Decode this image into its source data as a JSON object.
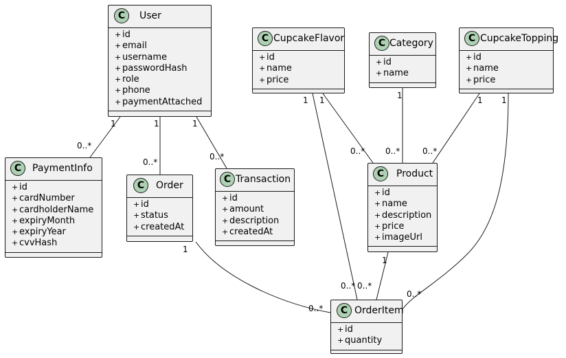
{
  "class_badge": "C",
  "visibility_marker": "+",
  "classes": [
    {
      "name": "User",
      "attributes": [
        "id",
        "email",
        "username",
        "passwordHash",
        "role",
        "phone",
        "paymentAttached"
      ]
    },
    {
      "name": "CupcakeFlavor",
      "attributes": [
        "id",
        "name",
        "price"
      ]
    },
    {
      "name": "Category",
      "attributes": [
        "id",
        "name"
      ]
    },
    {
      "name": "CupcakeTopping",
      "attributes": [
        "id",
        "name",
        "price"
      ]
    },
    {
      "name": "PaymentInfo",
      "attributes": [
        "id",
        "cardNumber",
        "cardholderName",
        "expiryMonth",
        "expiryYear",
        "cvvHash"
      ]
    },
    {
      "name": "Order",
      "attributes": [
        "id",
        "status",
        "createdAt"
      ]
    },
    {
      "name": "Transaction",
      "attributes": [
        "id",
        "amount",
        "description",
        "createdAt"
      ]
    },
    {
      "name": "Product",
      "attributes": [
        "id",
        "name",
        "description",
        "price",
        "imageUrl"
      ]
    },
    {
      "name": "OrderItem",
      "attributes": [
        "id",
        "quantity"
      ]
    }
  ],
  "associations": [
    {
      "from": "User",
      "to": "PaymentInfo",
      "from_mult": "1",
      "to_mult": "0..*"
    },
    {
      "from": "User",
      "to": "Order",
      "from_mult": "1",
      "to_mult": "0..*"
    },
    {
      "from": "User",
      "to": "Transaction",
      "from_mult": "1",
      "to_mult": "0..*"
    },
    {
      "from": "CupcakeFlavor",
      "to": "OrderItem",
      "from_mult": "1",
      "to_mult": "0..*"
    },
    {
      "from": "CupcakeFlavor",
      "to": "Product",
      "from_mult": "1",
      "to_mult": "0..*"
    },
    {
      "from": "Category",
      "to": "Product",
      "from_mult": "1",
      "to_mult": "0..*"
    },
    {
      "from": "CupcakeTopping",
      "to": "Product",
      "from_mult": "1",
      "to_mult": "0..*"
    },
    {
      "from": "CupcakeTopping",
      "to": "OrderItem",
      "from_mult": "1",
      "to_mult": "0..*"
    },
    {
      "from": "Order",
      "to": "OrderItem",
      "from_mult": "1",
      "to_mult": "0..*"
    },
    {
      "from": "Product",
      "to": "OrderItem",
      "from_mult": "1",
      "to_mult": "0..*"
    }
  ],
  "colors": {
    "class_fill": "#f1f1f1",
    "badge_fill": "#add1b2",
    "line": "#181818"
  }
}
